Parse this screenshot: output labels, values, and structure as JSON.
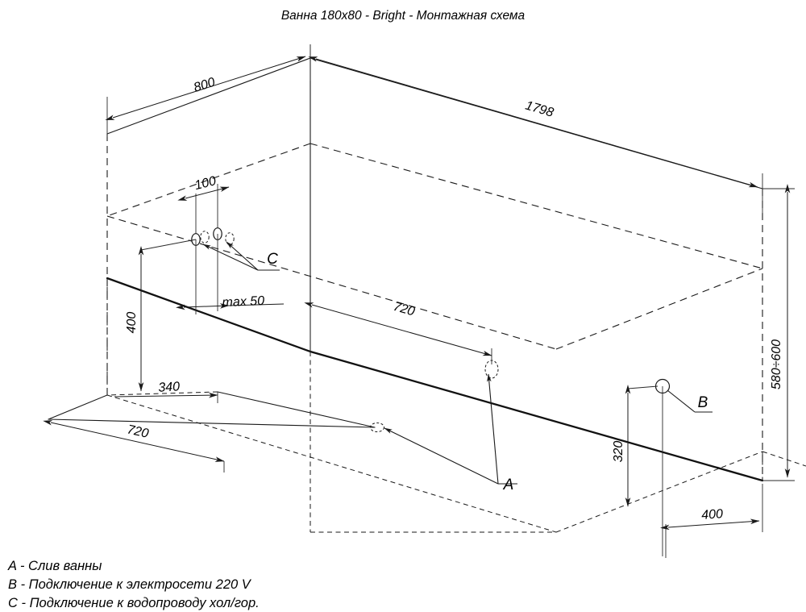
{
  "document": {
    "title": "Ванна 180x80 - Bright - Монтажная схема",
    "type": "installation-diagram",
    "units": "mm",
    "line_color": "#1a1a1a",
    "background": "#ffffff"
  },
  "dimensions": {
    "width_800": "800",
    "length_1798": "1798",
    "offset_100": "100",
    "max_50": "max 50",
    "height_400": "400",
    "offset_340": "340",
    "offset_720_floor": "720",
    "offset_720_front": "720",
    "height_320": "320",
    "offset_400": "400",
    "height_580_600": "580÷600"
  },
  "reference_marks": {
    "a": "A",
    "b": "B",
    "c": "C"
  },
  "legend": {
    "items": [
      "A - Слив ванны",
      "B - Подключение к электросети 220 V",
      "C - Подключение к водопроводу хол/гор."
    ]
  }
}
